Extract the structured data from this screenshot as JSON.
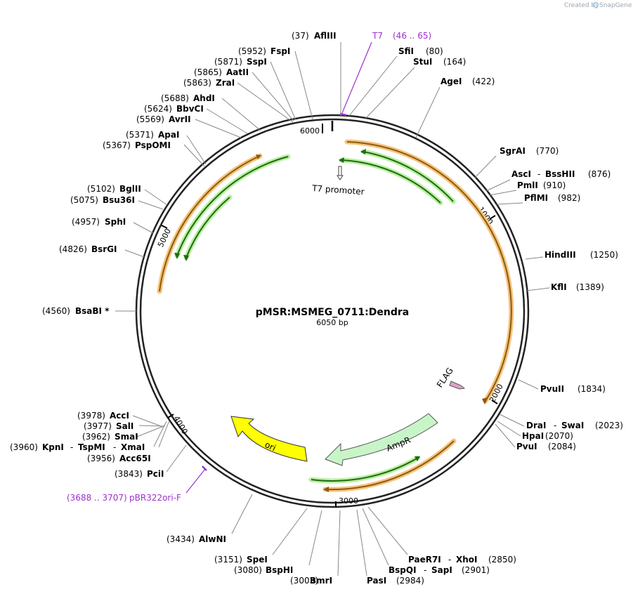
{
  "credit": {
    "prefix": "Created by",
    "brand": "SnapGene"
  },
  "plasmid": {
    "name": "pMSR:MSMEG_0711:Dendra",
    "length": "6050 bp"
  },
  "ticks": [
    "6000",
    "1000",
    "2000",
    "3000",
    "4000",
    "5000"
  ],
  "features": {
    "t7_promoter": "T7 promoter",
    "flag": "FLAG",
    "ampr": "AmpR",
    "ori": "ori"
  },
  "primers": {
    "t7_name": "T7",
    "t7_pos": "(46 .. 65)",
    "pbr_pos": "(3688 .. 3707)",
    "pbr_name": "pBR322ori-F"
  },
  "sites": {
    "afliii": {
      "name": "AflIII",
      "pos": "(37)"
    },
    "sfii": {
      "name": "SfiI",
      "pos": "(80)"
    },
    "stui": {
      "name": "StuI",
      "pos": "(164)"
    },
    "agei": {
      "name": "AgeI",
      "pos": "(422)"
    },
    "sgrai": {
      "name": "SgrAI",
      "pos": "(770)"
    },
    "asci": {
      "name": "AscI",
      "name2": "BssHII",
      "pos": "(876)"
    },
    "pmli": {
      "name": "PmlI",
      "pos": "(910)"
    },
    "pflmi": {
      "name": "PflMI",
      "pos": "(982)"
    },
    "hindiii": {
      "name": "HindIII",
      "pos": "(1250)"
    },
    "kfli": {
      "name": "KflI",
      "pos": "(1389)"
    },
    "pvuii": {
      "name": "PvuII",
      "pos": "(1834)"
    },
    "drai": {
      "name": "DraI",
      "name2": "SwaI",
      "pos": "(2023)"
    },
    "hpai": {
      "name": "HpaI",
      "pos": "(2070)"
    },
    "pvui": {
      "name": "PvuI",
      "pos": "(2084)"
    },
    "paer7i": {
      "name": "PaeR7I",
      "name2": "XhoI",
      "pos": "(2850)"
    },
    "bspqi": {
      "name": "BspQI",
      "name2": "SapI",
      "pos": "(2901)"
    },
    "pasi": {
      "name": "PasI",
      "pos": "(2984)"
    },
    "bmri": {
      "name": "BmrI",
      "pos": "(3003)"
    },
    "bsphi": {
      "name": "BspHI",
      "pos": "(3080)"
    },
    "spei": {
      "name": "SpeI",
      "pos": "(3151)"
    },
    "alwni": {
      "name": "AlwNI",
      "pos": "(3434)"
    },
    "pcii": {
      "name": "PciI",
      "pos": "(3843)"
    },
    "acc65i": {
      "name": "Acc65I",
      "pos": "(3956)"
    },
    "kpni": {
      "name": "KpnI",
      "name2": "TspMI",
      "name3": "XmaI",
      "pos": "(3960)"
    },
    "smai": {
      "name": "SmaI",
      "pos": "(3962)"
    },
    "sali": {
      "name": "SalI",
      "pos": "(3977)"
    },
    "acci": {
      "name": "AccI",
      "pos": "(3978)"
    },
    "bsabi": {
      "name": "BsaBI *",
      "pos": "(4560)"
    },
    "bsrgi": {
      "name": "BsrGI",
      "pos": "(4826)"
    },
    "sphi": {
      "name": "SphI",
      "pos": "(4957)"
    },
    "bsu36i": {
      "name": "Bsu36I",
      "pos": "(5075)"
    },
    "bglii": {
      "name": "BglII",
      "pos": "(5102)"
    },
    "pspomi": {
      "name": "PspOMI",
      "pos": "(5367)"
    },
    "apai": {
      "name": "ApaI",
      "pos": "(5371)"
    },
    "avrii": {
      "name": "AvrII",
      "pos": "(5569)"
    },
    "bbvci": {
      "name": "BbvCI",
      "pos": "(5624)"
    },
    "ahdi": {
      "name": "AhdI",
      "pos": "(5688)"
    },
    "zrai": {
      "name": "ZraI",
      "pos": "(5863)"
    },
    "aatii": {
      "name": "AatII",
      "pos": "(5865)"
    },
    "sspi": {
      "name": "SspI",
      "pos": "(5871)"
    },
    "fspi": {
      "name": "FspI",
      "pos": "(5952)"
    }
  }
}
